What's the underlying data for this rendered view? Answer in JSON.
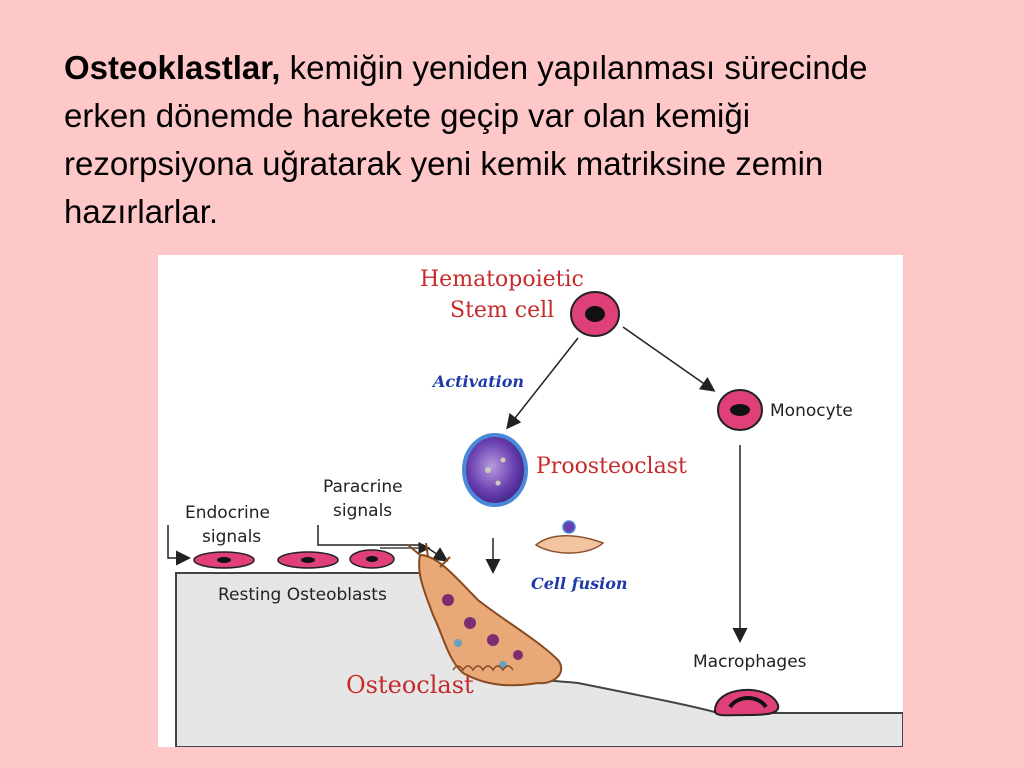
{
  "slide": {
    "text_lead": "Osteoklastlar,",
    "text_body": " kemiğin yeniden yapılanması süre­cinde erken dönemde harekete geçip var olan kemiği rezorpsiyona uğratarak yeni kemik matriksine zemin hazırlarlar."
  },
  "figure": {
    "labels": {
      "hsc_line1": "Hematopoietic",
      "hsc_line2": "Stem cell",
      "activation": "Activation",
      "monocyte": "Monocyte",
      "proosteoclast": "Proosteoclast",
      "endocrine_line1": "Endocrine",
      "endocrine_line2": "signals",
      "paracrine_line1": "Paracrine",
      "paracrine_line2": "signals",
      "cell_fusion": "Cell fusion",
      "resting_osteoblasts": "Resting Osteoblasts",
      "macrophages": "Macrophages",
      "osteoclast": "Osteoclast"
    },
    "colors": {
      "cell_pink": "#e0407a",
      "nucleus": "#111111",
      "label_red": "#c62a2a",
      "label_blue": "#1f3aa8",
      "bone": "#e6e6e6",
      "proosteoclast_purple": "#6a40b0",
      "proosteoclast_ring": "#4a88d8"
    }
  }
}
